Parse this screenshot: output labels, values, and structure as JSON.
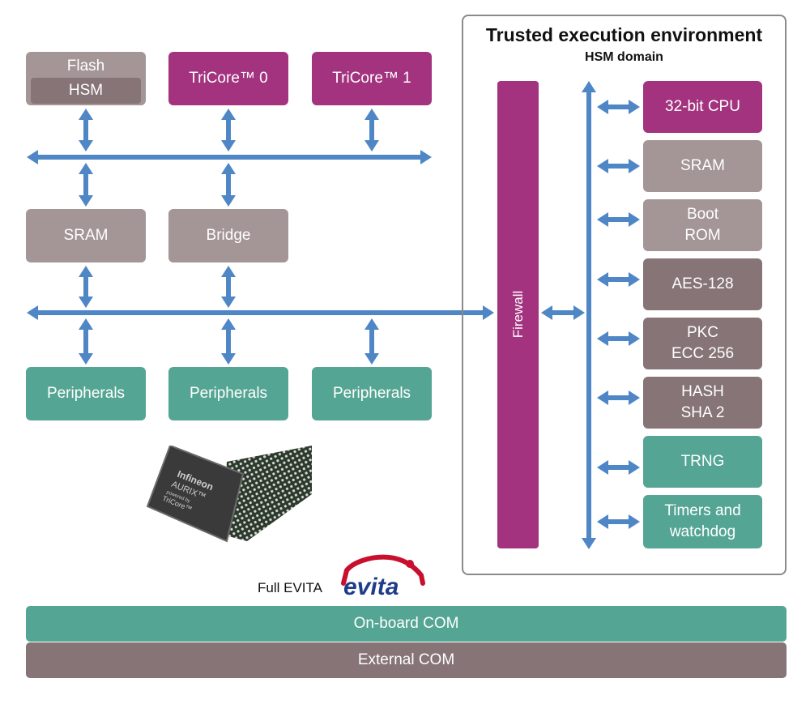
{
  "colors": {
    "arrow": "#4f86c6",
    "grey": "#a49596",
    "dark_grey": "#867476",
    "magenta": "#a3337f",
    "teal": "#55a594",
    "evita_red": "#c8102e",
    "evita_blue": "#1f3c88"
  },
  "left": {
    "flash": "Flash",
    "flash_hsm": "HSM",
    "tricore0": "TriCore™ 0",
    "tricore1": "TriCore™ 1",
    "sram": "SRAM",
    "bridge": "Bridge",
    "peripherals": [
      "Peripherals",
      "Peripherals",
      "Peripherals"
    ]
  },
  "tee": {
    "title": "Trusted execution environment",
    "subtitle": "HSM domain",
    "firewall": "Firewall",
    "modules": [
      "32-bit CPU",
      "SRAM",
      "Boot\nROM",
      "AES-128",
      "PKC\nECC 256",
      "HASH\nSHA 2",
      "TRNG",
      "Timers and\nwatchdog"
    ]
  },
  "chip": {
    "brand": "Infineon",
    "product": "AURIX™",
    "powered_by": "powered by",
    "core": "TriCore™"
  },
  "evita": {
    "label": "Full EVITA",
    "logo_text": "evita"
  },
  "bus": {
    "onboard": "On-board COM",
    "external": "External COM"
  }
}
